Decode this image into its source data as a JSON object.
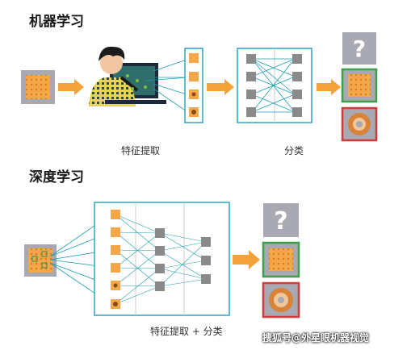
{
  "top": {
    "title": "机器学习",
    "feature_label": "特征提取",
    "classify_label": "分类"
  },
  "bottom": {
    "title": "深度学习",
    "combined_label": "特征提取 + 分类"
  },
  "result_mark": "?",
  "watermark": "搜狐号@外星眼机器视觉",
  "colors": {
    "accent_orange": "#f3a23a",
    "box_border": "#2aa3c4",
    "line_teal": "#1e9fb0",
    "node_gray": "#8a8a8a",
    "correct_border": "#3ba047",
    "wrong_border": "#d33b3b",
    "question_bg": "#a9a9b3"
  }
}
